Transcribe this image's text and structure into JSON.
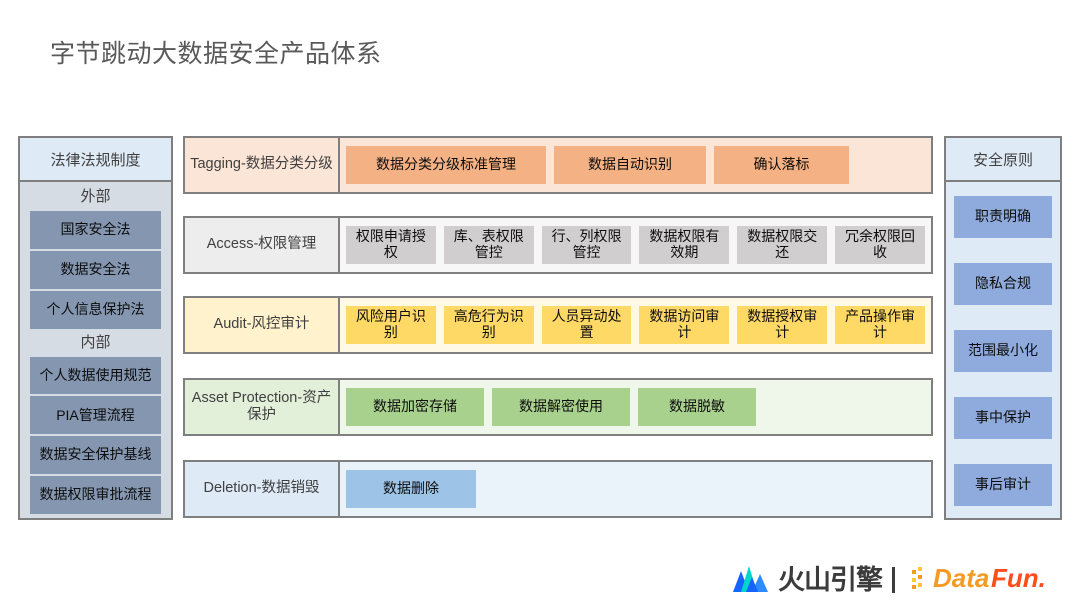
{
  "page": {
    "title": "字节跳动大数据安全产品体系",
    "background": "#ffffff"
  },
  "left_sidebar": {
    "header": "法律法规制度",
    "groups": [
      {
        "label": "外部",
        "items": [
          "国家安全法",
          "数据安全法",
          "个人信息保护法"
        ]
      },
      {
        "label": "内部",
        "items": [
          "个人数据使用规范",
          "PIA管理流程",
          "数据安全保护基线",
          "数据权限审批流程"
        ]
      }
    ],
    "colors": {
      "header_bg": "#DEEAF6",
      "panel_bg": "#D6DCE4",
      "chip_bg": "#8496B0",
      "border": "#7F7F7F"
    }
  },
  "right_sidebar": {
    "header": "安全原则",
    "items": [
      "职责明确",
      "隐私合规",
      "范围最小化",
      "事中保护",
      "事后审计"
    ],
    "colors": {
      "header_bg": "#DEEAF6",
      "panel_bg": "#DEEAF6",
      "chip_bg": "#8FAADC",
      "border": "#7F7F7F"
    }
  },
  "rows": [
    {
      "label": "Tagging-数据分类分级",
      "items": [
        "数据分类分级标准管理",
        "数据自动识别",
        "确认落标"
      ],
      "colors": {
        "label_bg": "#FBE5D6",
        "track_bg": "#FBE5D6",
        "chip_bg": "#F4B183"
      }
    },
    {
      "label": "Access-权限管理",
      "items": [
        "权限申请授权",
        "库、表权限管控",
        "行、列权限管控",
        "数据权限有效期",
        "数据权限交还",
        "冗余权限回收"
      ],
      "colors": {
        "label_bg": "#EDEDED",
        "track_bg": "#F7F7F7",
        "chip_bg": "#D0CECE"
      }
    },
    {
      "label": "Audit-风控审计",
      "items": [
        "风险用户识别",
        "高危行为识别",
        "人员异动处置",
        "数据访问审计",
        "数据授权审计",
        "产品操作审计"
      ],
      "colors": {
        "label_bg": "#FFF2CC",
        "track_bg": "#FFF9E6",
        "chip_bg": "#FFD966"
      }
    },
    {
      "label": "Asset Protection-资产保护",
      "items": [
        "数据加密存储",
        "数据解密使用",
        "数据脱敏"
      ],
      "colors": {
        "label_bg": "#E2F0D9",
        "track_bg": "#EFF7EA",
        "chip_bg": "#A9D18E"
      }
    },
    {
      "label": "Deletion-数据销毁",
      "items": [
        "数据删除"
      ],
      "colors": {
        "label_bg": "#DEEAF6",
        "track_bg": "#EAF2FA",
        "chip_bg": "#9DC3E6"
      }
    }
  ],
  "footer": {
    "volcano_wordmark": "火山引擎",
    "volcano_icon": "mountain-icon",
    "datafun_wordmark": "DataFun.",
    "datafun_icon": "dots-icon",
    "colors": {
      "volcano_blue": "#1664FF",
      "volcano_cyan": "#00D6C9",
      "datafun_orange": "#F59A23",
      "datafun_red": "#FF4D1C"
    }
  }
}
